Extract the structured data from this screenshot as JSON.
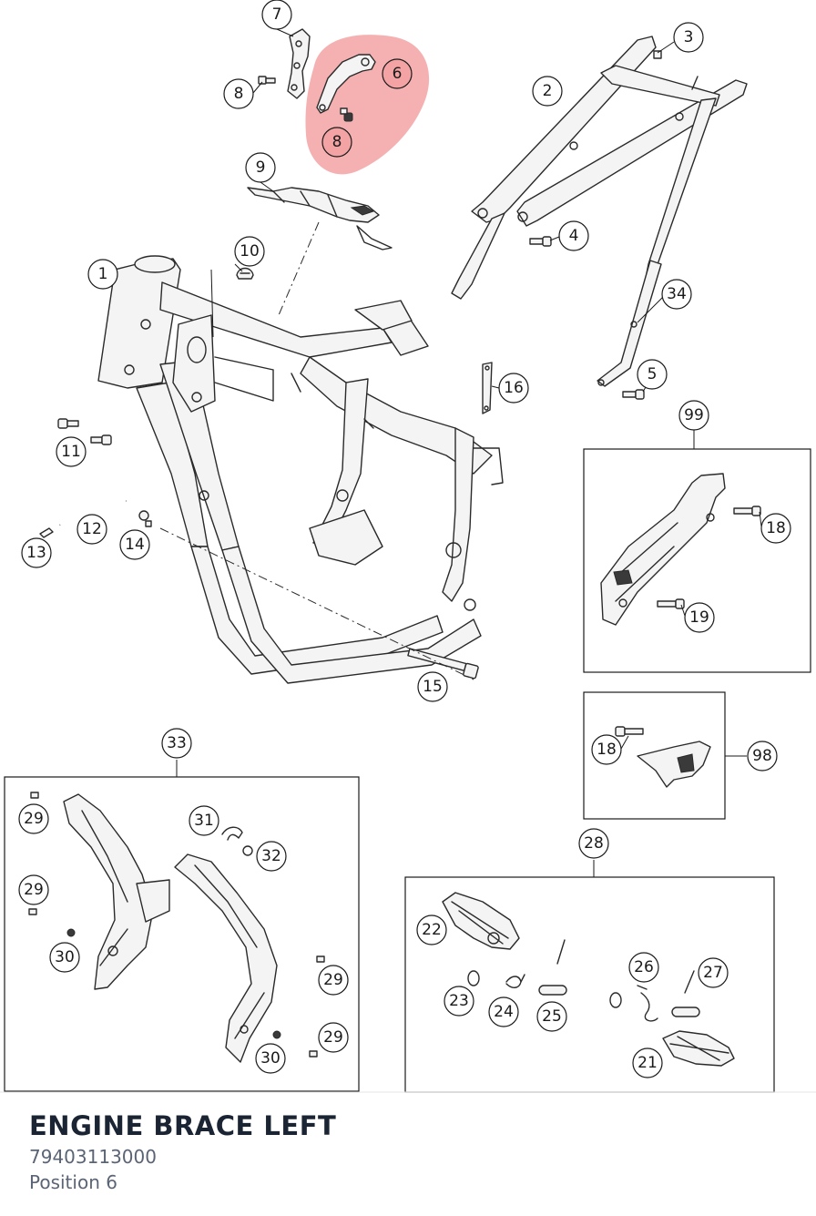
{
  "diagram": {
    "highlight_color": "#f3a3a3",
    "callouts": [
      {
        "id": "c7",
        "label": "7"
      },
      {
        "id": "c6",
        "label": "6"
      },
      {
        "id": "c8a",
        "label": "8"
      },
      {
        "id": "c8b",
        "label": "8"
      },
      {
        "id": "c3",
        "label": "3"
      },
      {
        "id": "c2",
        "label": "2"
      },
      {
        "id": "c9",
        "label": "9"
      },
      {
        "id": "c4",
        "label": "4"
      },
      {
        "id": "c10",
        "label": "10"
      },
      {
        "id": "c1",
        "label": "1"
      },
      {
        "id": "c34",
        "label": "34"
      },
      {
        "id": "c5",
        "label": "5"
      },
      {
        "id": "c16",
        "label": "16"
      },
      {
        "id": "c99",
        "label": "99"
      },
      {
        "id": "c11",
        "label": "11"
      },
      {
        "id": "c18a",
        "label": "18"
      },
      {
        "id": "c12",
        "label": "12"
      },
      {
        "id": "c14",
        "label": "14"
      },
      {
        "id": "c13",
        "label": "13"
      },
      {
        "id": "c19",
        "label": "19"
      },
      {
        "id": "c15",
        "label": "15"
      },
      {
        "id": "c33",
        "label": "33"
      },
      {
        "id": "c18b",
        "label": "18"
      },
      {
        "id": "c98",
        "label": "98"
      },
      {
        "id": "c29a",
        "label": "29"
      },
      {
        "id": "c31",
        "label": "31"
      },
      {
        "id": "c32",
        "label": "32"
      },
      {
        "id": "c28",
        "label": "28"
      },
      {
        "id": "c29b",
        "label": "29"
      },
      {
        "id": "c22",
        "label": "22"
      },
      {
        "id": "c30a",
        "label": "30"
      },
      {
        "id": "c26",
        "label": "26"
      },
      {
        "id": "c27",
        "label": "27"
      },
      {
        "id": "c29c",
        "label": "29"
      },
      {
        "id": "c23",
        "label": "23"
      },
      {
        "id": "c24",
        "label": "24"
      },
      {
        "id": "c25",
        "label": "25"
      },
      {
        "id": "c29d",
        "label": "29"
      },
      {
        "id": "c30b",
        "label": "30"
      },
      {
        "id": "c21",
        "label": "21"
      }
    ]
  },
  "selected_part": {
    "name": "ENGINE BRACE LEFT",
    "number": "79403113000",
    "position": "Position 6"
  }
}
